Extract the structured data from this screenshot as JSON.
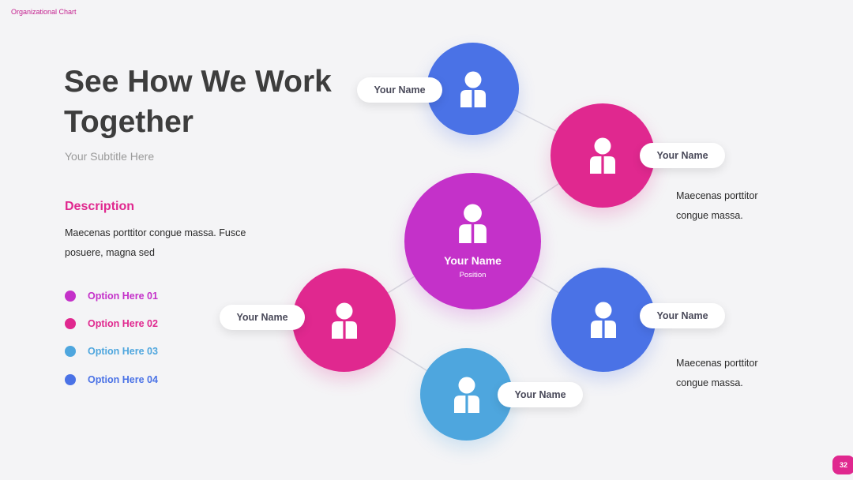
{
  "header": {
    "label": "Organizational Chart"
  },
  "title": "See How We Work Together",
  "subtitle": "Your Subtitle Here",
  "description": {
    "heading": "Description",
    "text": "Maecenas porttitor congue massa. Fusce posuere, magna sed"
  },
  "options": [
    {
      "label": "Option Here 01",
      "color": "#c431c9"
    },
    {
      "label": "Option Here 02",
      "color": "#e0288f"
    },
    {
      "label": "Option Here 03",
      "color": "#4ea6de"
    },
    {
      "label": "Option Here 04",
      "color": "#4a72e6"
    }
  ],
  "chart": {
    "center": {
      "name": "Your Name",
      "position": "Position",
      "color": "#c431c9",
      "icon": "person-icon"
    },
    "members": [
      {
        "name": "Your Name",
        "color": "#4a72e6",
        "icon": "person-icon"
      },
      {
        "name": "Your Name",
        "color": "#e0288f",
        "icon": "person-icon"
      },
      {
        "name": "Your Name",
        "color": "#4a72e6",
        "icon": "person-icon"
      },
      {
        "name": "Your Name",
        "color": "#e0288f",
        "icon": "person-icon"
      },
      {
        "name": "Your Name",
        "color": "#4ea6de",
        "icon": "person-icon"
      }
    ],
    "notes": [
      "Maecenas porttitor congue massa.",
      "Maecenas porttitor congue massa."
    ]
  },
  "page_number": "32"
}
